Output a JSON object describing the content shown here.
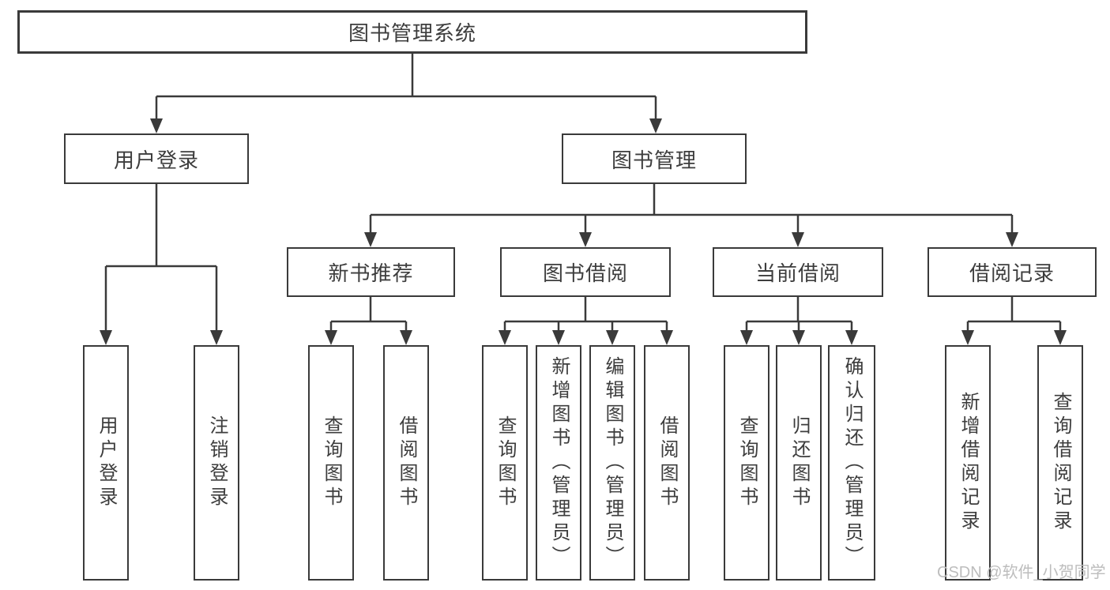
{
  "colors": {
    "line": "#3a3a3a",
    "box_border": "#3a3a3a",
    "text": "#3d3d3d",
    "watermark": "#bdbdbd",
    "background": "#ffffff"
  },
  "watermark": {
    "text": "CSDN @软件_小贺同学"
  },
  "tree": {
    "label": "图书管理系统",
    "children": [
      {
        "label": "用户登录",
        "children": [
          {
            "label": "用户登录"
          },
          {
            "label": "注销登录"
          }
        ]
      },
      {
        "label": "图书管理",
        "children": [
          {
            "label": "新书推荐",
            "children": [
              {
                "label": "查询图书"
              },
              {
                "label": "借阅图书"
              }
            ]
          },
          {
            "label": "图书借阅",
            "children": [
              {
                "label": "查询图书"
              },
              {
                "label": "新增图书（管理员）"
              },
              {
                "label": "编辑图书（管理员）"
              },
              {
                "label": "借阅图书"
              }
            ]
          },
          {
            "label": "当前借阅",
            "children": [
              {
                "label": "查询图书"
              },
              {
                "label": "归还图书"
              },
              {
                "label": "确认归还（管理员）"
              }
            ]
          },
          {
            "label": "借阅记录",
            "children": [
              {
                "label": "新增借阅记录"
              },
              {
                "label": "查询借阅记录"
              }
            ]
          }
        ]
      }
    ]
  }
}
